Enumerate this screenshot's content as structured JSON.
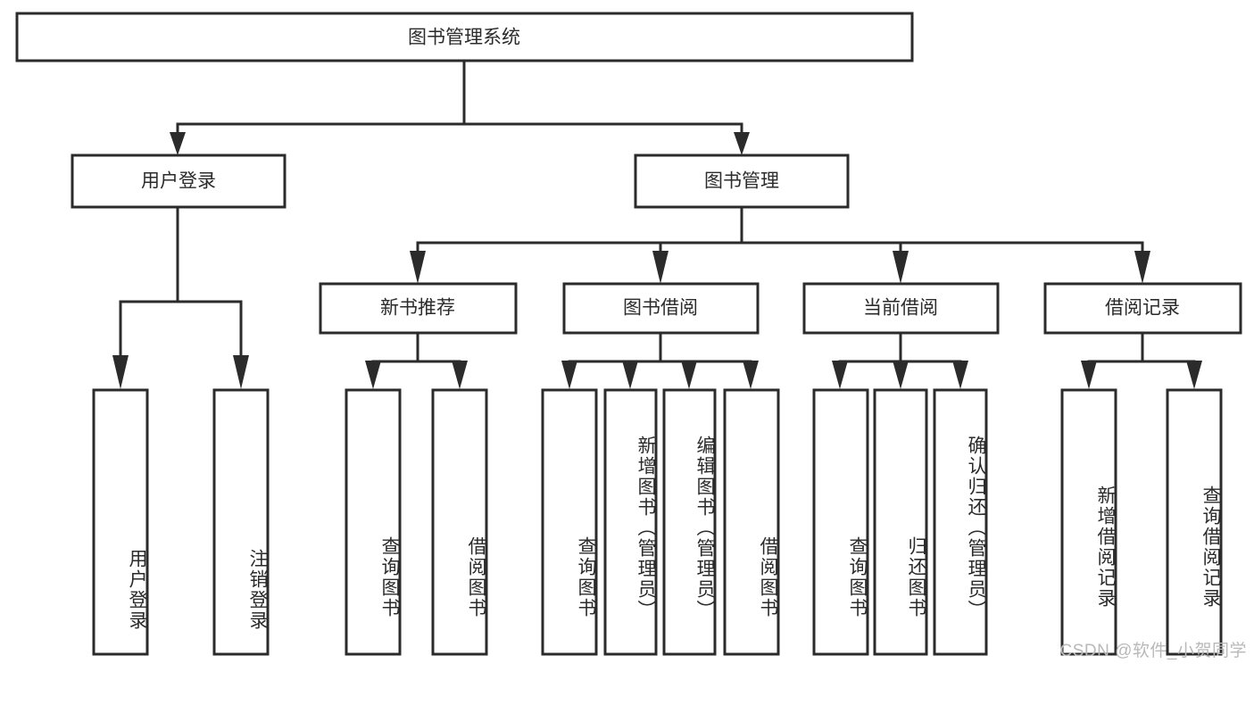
{
  "diagram": {
    "title": "图书管理系统",
    "watermark": "CSDN @软件_小贺同学",
    "type": "tree-hierarchy-diagram",
    "colors": {
      "stroke": "#2b2b2b",
      "fill": "#ffffff",
      "background": "#ffffff",
      "watermark": "#b9b9b9"
    },
    "root": {
      "label": "图书管理系统"
    },
    "level2": [
      {
        "label": "用户登录"
      },
      {
        "label": "图书管理"
      }
    ],
    "level3": [
      {
        "label": "新书推荐"
      },
      {
        "label": "图书借阅"
      },
      {
        "label": "当前借阅"
      },
      {
        "label": "借阅记录"
      }
    ],
    "leaves": {
      "user_login": [
        {
          "label": "用户登录"
        },
        {
          "label": "注销登录"
        }
      ],
      "new_book_recommend": [
        {
          "label": "查询图书"
        },
        {
          "label": "借阅图书"
        }
      ],
      "book_borrow": [
        {
          "label": "查询图书"
        },
        {
          "label": "新增图书（管理员）"
        },
        {
          "label": "编辑图书（管理员）"
        },
        {
          "label": "借阅图书"
        }
      ],
      "current_borrow": [
        {
          "label": "查询图书"
        },
        {
          "label": "归还图书"
        },
        {
          "label": "确认归还（管理员）"
        }
      ],
      "borrow_record": [
        {
          "label": "新增借阅记录"
        },
        {
          "label": "查询借阅记录"
        }
      ]
    }
  }
}
